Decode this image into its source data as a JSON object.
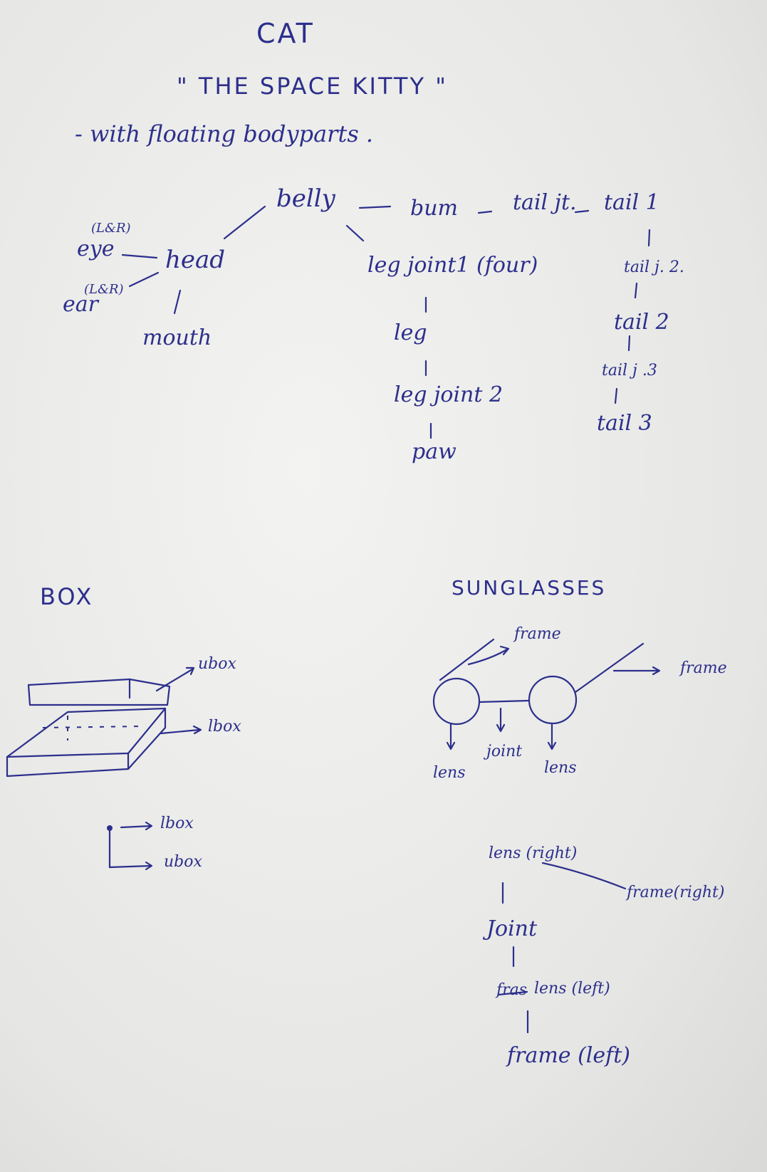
{
  "header": {
    "title": "CAT",
    "subtitle": "\" THE SPACE KITTY \"",
    "note": "- with floating bodyparts ."
  },
  "cat": {
    "belly": "belly",
    "bum": "bum",
    "tail_jt": "tail jt.",
    "tail_1": "tail 1",
    "tail_j2": "tail j. 2.",
    "tail_2": "tail 2",
    "tail_j3": "tail j .3",
    "tail_3": "tail 3",
    "leg_joint_1": "leg joint1 (four)",
    "leg": "leg",
    "leg_joint_2": "leg joint 2",
    "paw": "paw",
    "head": "head",
    "eye": "eye",
    "eye_note": "(L&R)",
    "ear": "ear",
    "ear_note": "(L&R)",
    "mouth": "mouth"
  },
  "box": {
    "title": "BOX",
    "ubox_label": "ubox",
    "lbox_label": "lbox",
    "hier_lbox": "lbox",
    "hier_ubox": "ubox"
  },
  "sunglasses": {
    "title": "SUNGLASSES",
    "frame_top": "frame",
    "frame_right": "frame",
    "lens_left": "lens",
    "joint": "joint",
    "lens_right": "lens",
    "h_lens_right": "lens (right)",
    "h_frame_right": "frame(right)",
    "h_joint": "Joint",
    "h_lens_left": "lens (left)",
    "h_lens_left_strike": "fras",
    "h_frame_left": "frame (left)"
  }
}
